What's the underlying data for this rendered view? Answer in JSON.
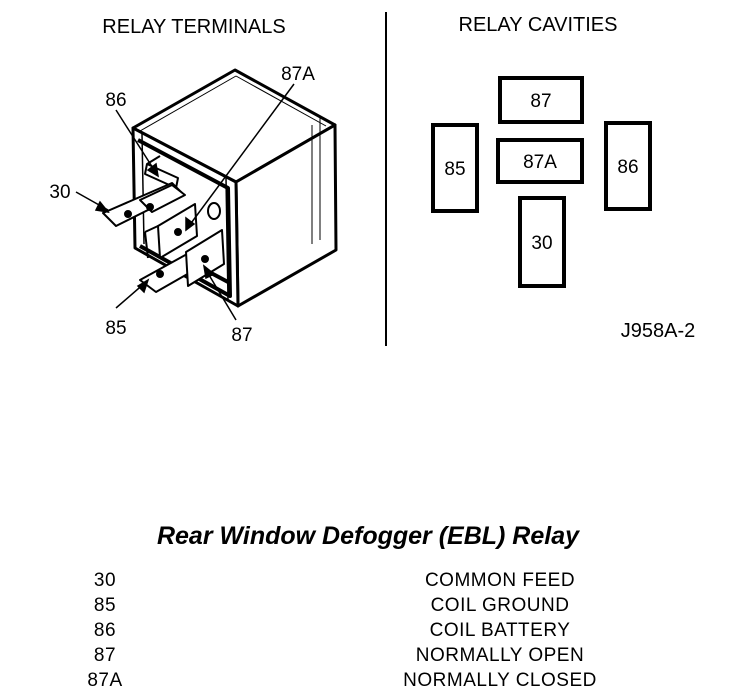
{
  "diagram": {
    "terminals_heading": "RELAY TERMINALS",
    "cavities_heading": "RELAY CAVITIES",
    "terminal_labels": {
      "t87a": "87A",
      "t86": "86",
      "t30": "30",
      "t85": "85",
      "t87": "87"
    },
    "cavities": {
      "c87": "87",
      "c87a": "87A",
      "c85": "85",
      "c86": "86",
      "c30": "30"
    },
    "figure_id": "J958A-2"
  },
  "legend": {
    "title": "Rear Window Defogger (EBL) Relay",
    "rows": [
      {
        "code": "30",
        "description": "COMMON FEED"
      },
      {
        "code": "85",
        "description": "COIL GROUND"
      },
      {
        "code": "86",
        "description": "COIL BATTERY"
      },
      {
        "code": "87",
        "description": "NORMALLY OPEN"
      },
      {
        "code": "87A",
        "description": "NORMALLY CLOSED"
      }
    ]
  }
}
